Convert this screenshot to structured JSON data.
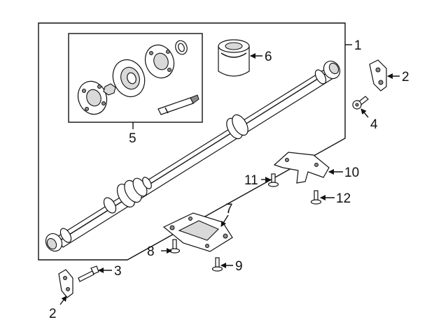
{
  "diagram": {
    "callouts": {
      "c1": "1",
      "c2a": "2",
      "c2b": "2",
      "c3": "3",
      "c4": "4",
      "c5": "5",
      "c6": "6",
      "c7": "7",
      "c8": "8",
      "c9": "9",
      "c10": "10",
      "c11": "11",
      "c12": "12"
    }
  }
}
